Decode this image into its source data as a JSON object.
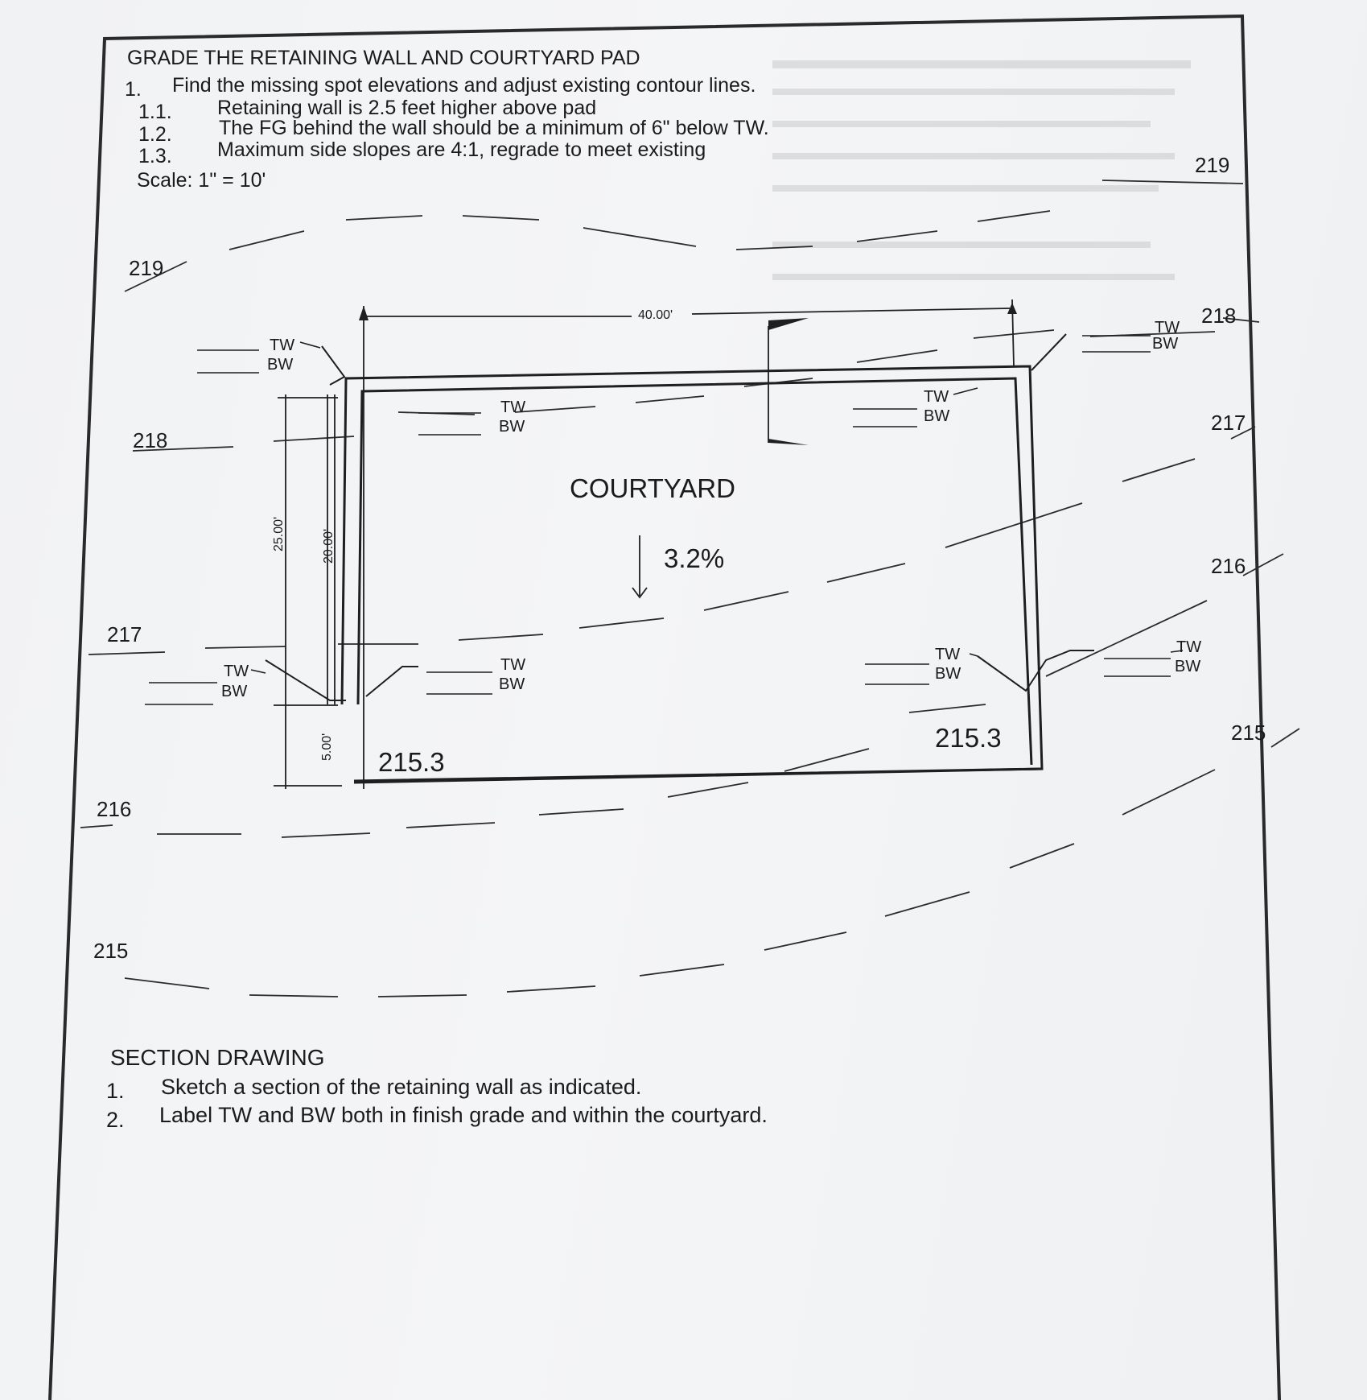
{
  "header": {
    "title": "GRADE THE RETAINING WALL AND COURTYARD PAD",
    "item1_num": "1.",
    "item1_text": "Find the missing spot elevations and adjust existing contour lines.",
    "sub": [
      {
        "num": "1.1.",
        "text": "Retaining wall is 2.5 feet higher above pad"
      },
      {
        "num": "1.2.",
        "text": "The FG behind the wall should be a minimum of 6\" below TW."
      },
      {
        "num": "1.3.",
        "text": "Maximum side slopes are 4:1, regrade to meet existing"
      }
    ],
    "scale": "Scale: 1\" = 10'"
  },
  "contours": {
    "left": [
      "219",
      "218",
      "217",
      "216",
      "215"
    ],
    "right": [
      "219",
      "218",
      "217",
      "216",
      "215"
    ]
  },
  "plan": {
    "courtyard_label": "COURTYARD",
    "slope_label": "3.2%",
    "dim_width": "40.00'",
    "dim_25": "25.00'",
    "dim_20": "20.00'",
    "dim_5": "5.00'",
    "spot_left": "215.3",
    "spot_right": "215.3",
    "tw": "TW",
    "bw": "BW"
  },
  "section": {
    "title": "SECTION DRAWING",
    "items": [
      {
        "num": "1.",
        "text": "Sketch a section of the retaining wall as indicated."
      },
      {
        "num": "2.",
        "text": "Label TW and BW both in finish grade and within the courtyard."
      }
    ]
  }
}
